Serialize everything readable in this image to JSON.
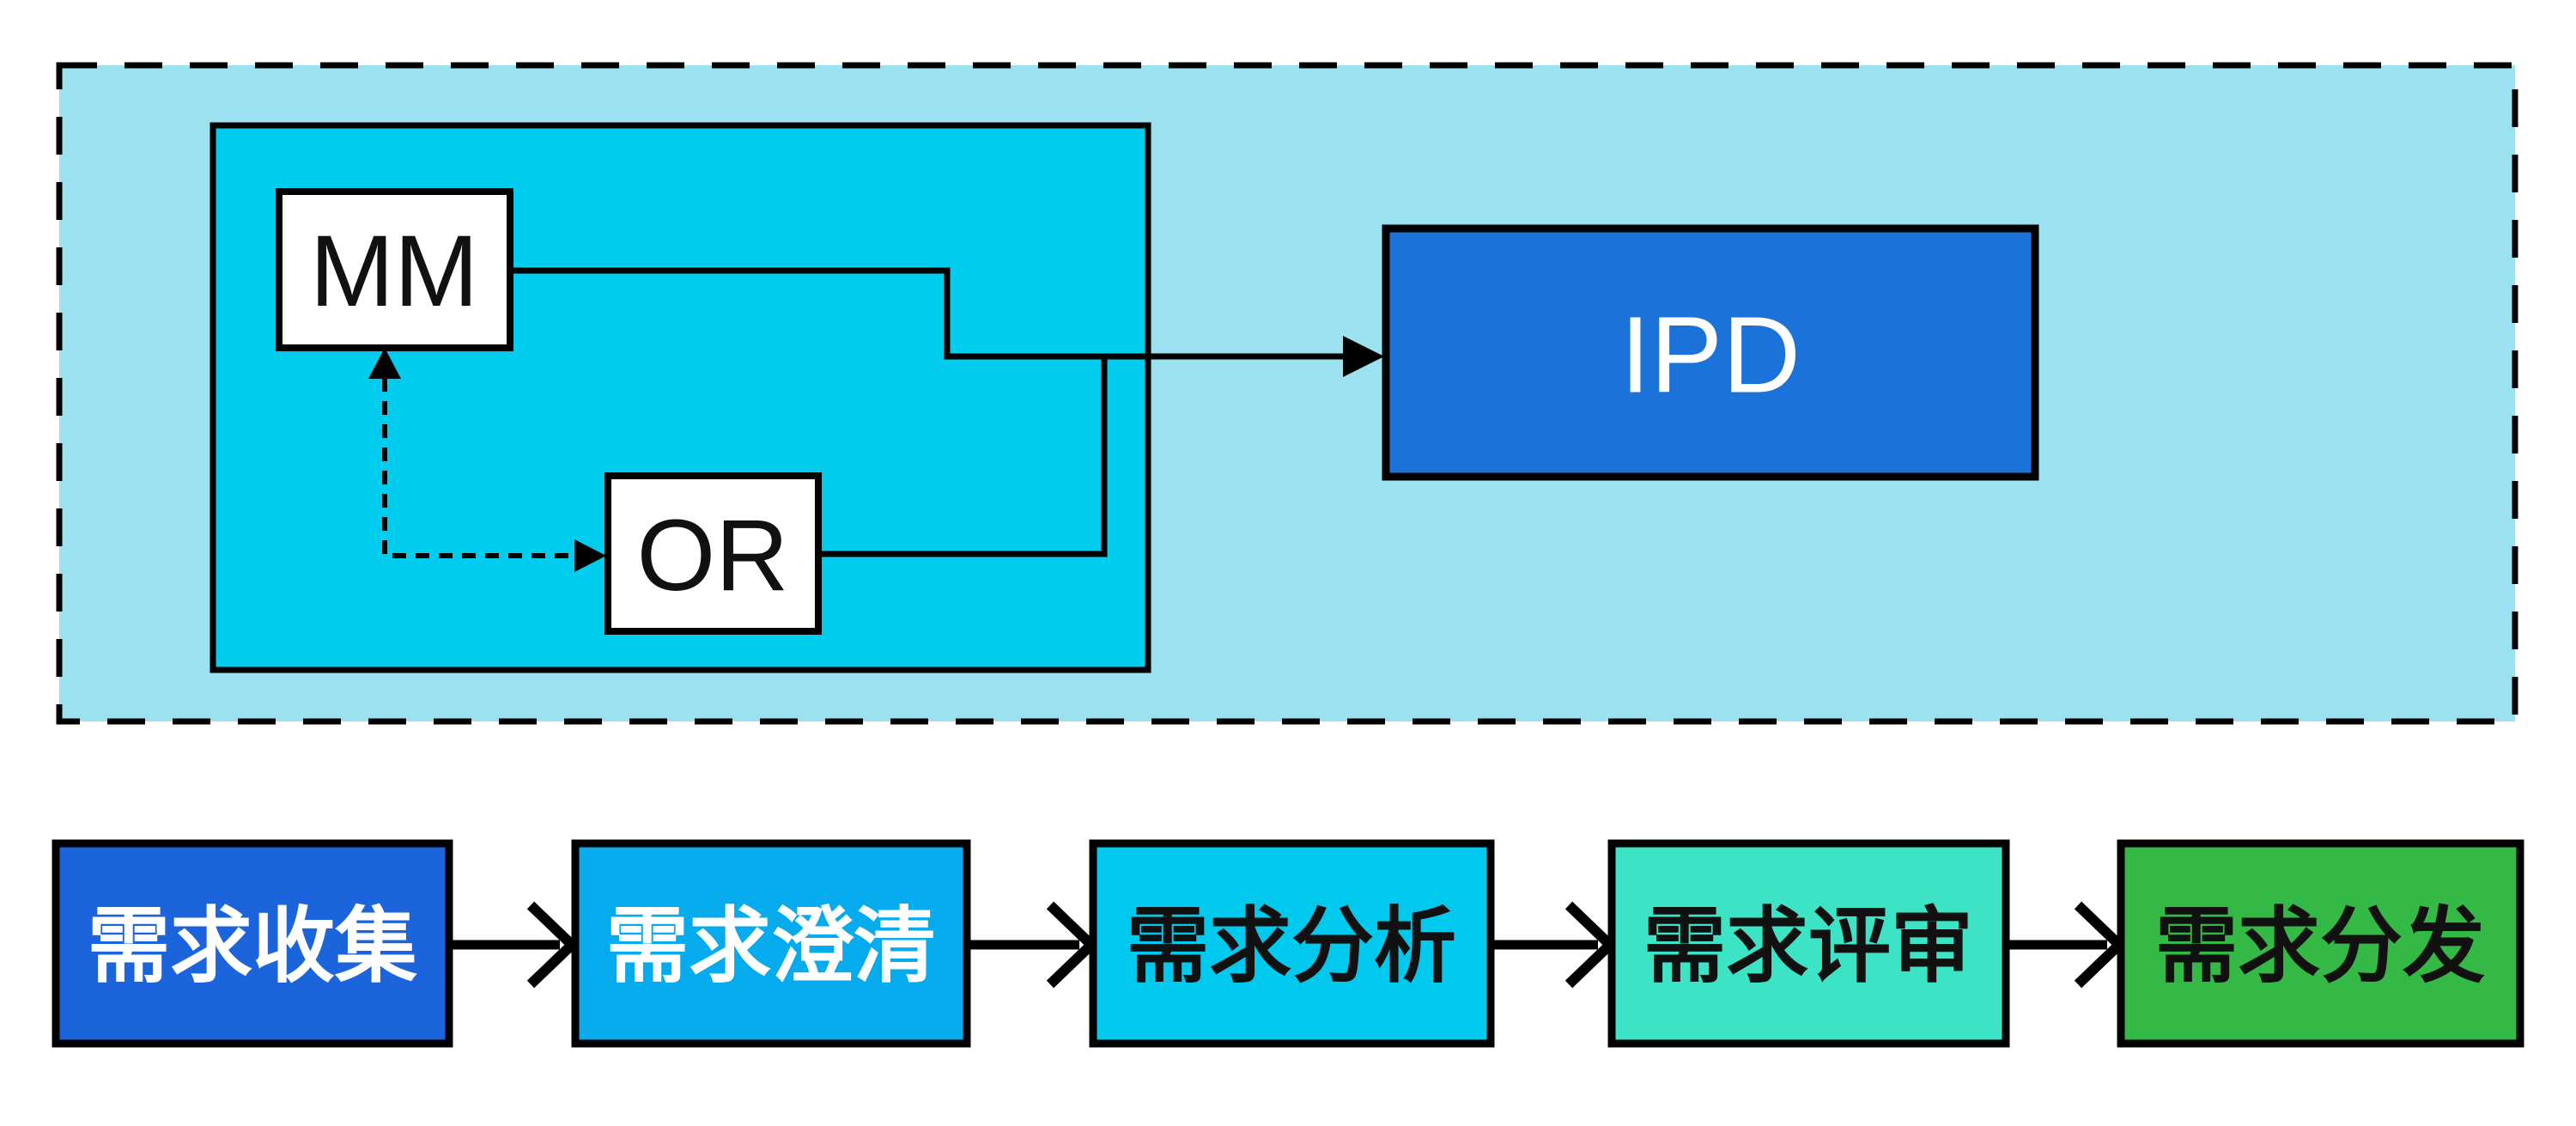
{
  "nodes": {
    "mm": {
      "label": "MM"
    },
    "or": {
      "label": "OR"
    },
    "ipd": {
      "label": "IPD"
    }
  },
  "flow": {
    "steps": [
      {
        "label": "需求收集",
        "fill": "#1c64dc",
        "text_color": "#ffffff"
      },
      {
        "label": "需求澄清",
        "fill": "#06abee",
        "text_color": "#ffffff"
      },
      {
        "label": "需求分析",
        "fill": "#01c9ee",
        "text_color": "#111111"
      },
      {
        "label": "需求评审",
        "fill": "#3ce3c5",
        "text_color": "#111111"
      },
      {
        "label": "需求分发",
        "fill": "#34b846",
        "text_color": "#111111"
      }
    ]
  },
  "colors": {
    "page_background": "#ffffff",
    "container_fill": "#9ce1f0",
    "inner_box_fill": "#00cdee",
    "node_fill": "#ffffff",
    "ipd_fill": "#1b73d9",
    "line": "#000000"
  }
}
